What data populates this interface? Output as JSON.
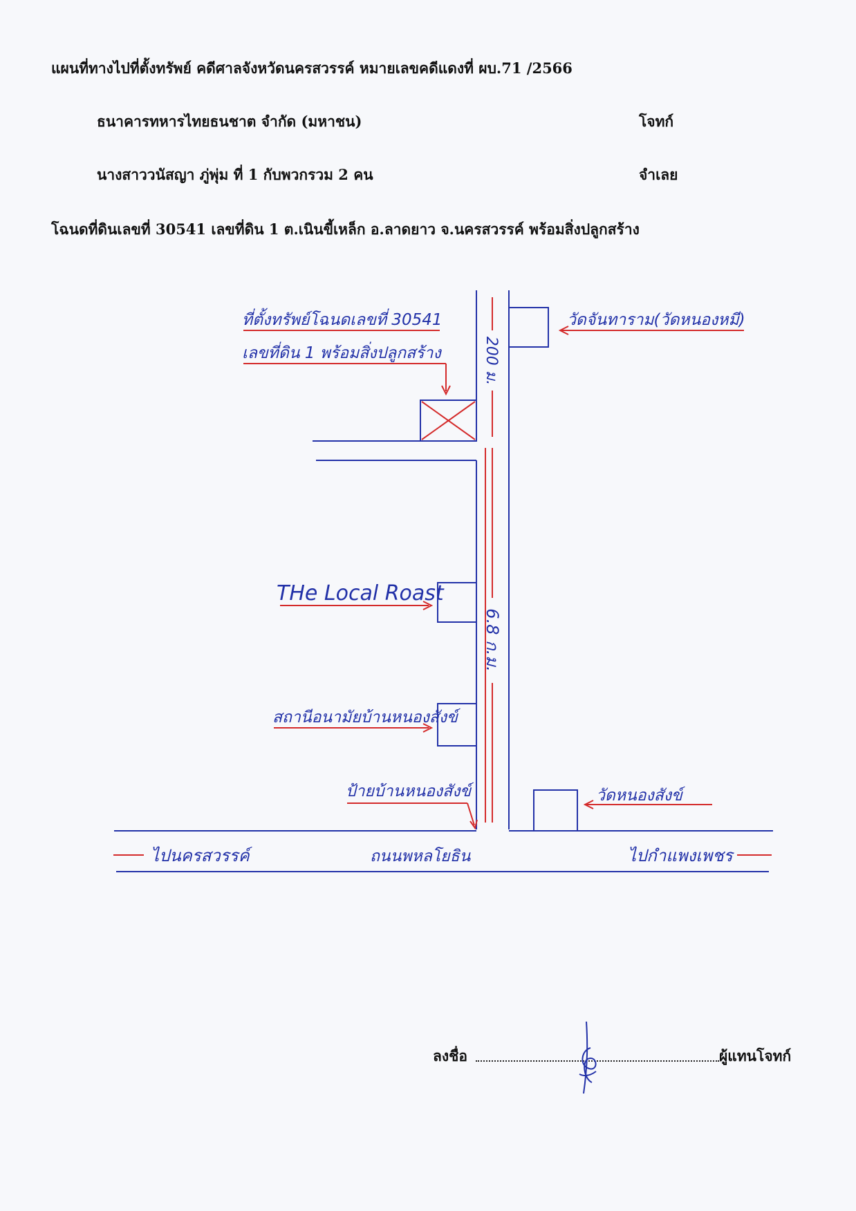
{
  "header": {
    "title": "แผนที่ทางไปที่ตั้งทรัพย์  คดีศาลจังหวัดนครสวรรค์  หมายเลขคดีแดงที่ ผบ.71 /2566",
    "plaintiff": "ธนาคารทหารไทยธนชาต จำกัด (มหาชน)",
    "plaintiff_role": "โจทก์",
    "defendant": "นางสาววนัสญา  ภู่พุ่ม ที่ 1 กับพวกรวม 2 คน",
    "defendant_role": "จำเลย",
    "deed": "โฉนดที่ดินเลขที่  30541  เลขที่ดิน  1  ต.เนินขี้เหล็ก   อ.ลาดยาว  จ.นครสวรรค์  พร้อมสิ่งปลูกสร้าง"
  },
  "map": {
    "property_label_line1": "ที่ตั้งทรัพย์โฉนดเลขที่ 30541",
    "property_label_line2": "เลขที่ดิน 1  พร้อมสิ่งปลูกสร้าง",
    "temple_north": "วัดจันทาราม(วัดหนองหมี)",
    "distance_top": "200 ม.",
    "distance_main": "6.8 ก.ม.",
    "cafe": "THe Local Roast",
    "health_station": "สถานีอนามัยบ้านหนองสังข์",
    "village_sign": "ป้ายบ้านหนองสังข์",
    "temple_south": "วัดหนองสังข์",
    "to_left": "ไปนครสวรรค์",
    "highway": "ถนนพหลโยธิน",
    "to_right": "ไปกำแพงเพชร"
  },
  "signature": {
    "label": "ลงชื่อ",
    "role": "ผู้แทนโจทก์"
  },
  "colors": {
    "road": "#2231a8",
    "accent": "#d42a2a"
  }
}
